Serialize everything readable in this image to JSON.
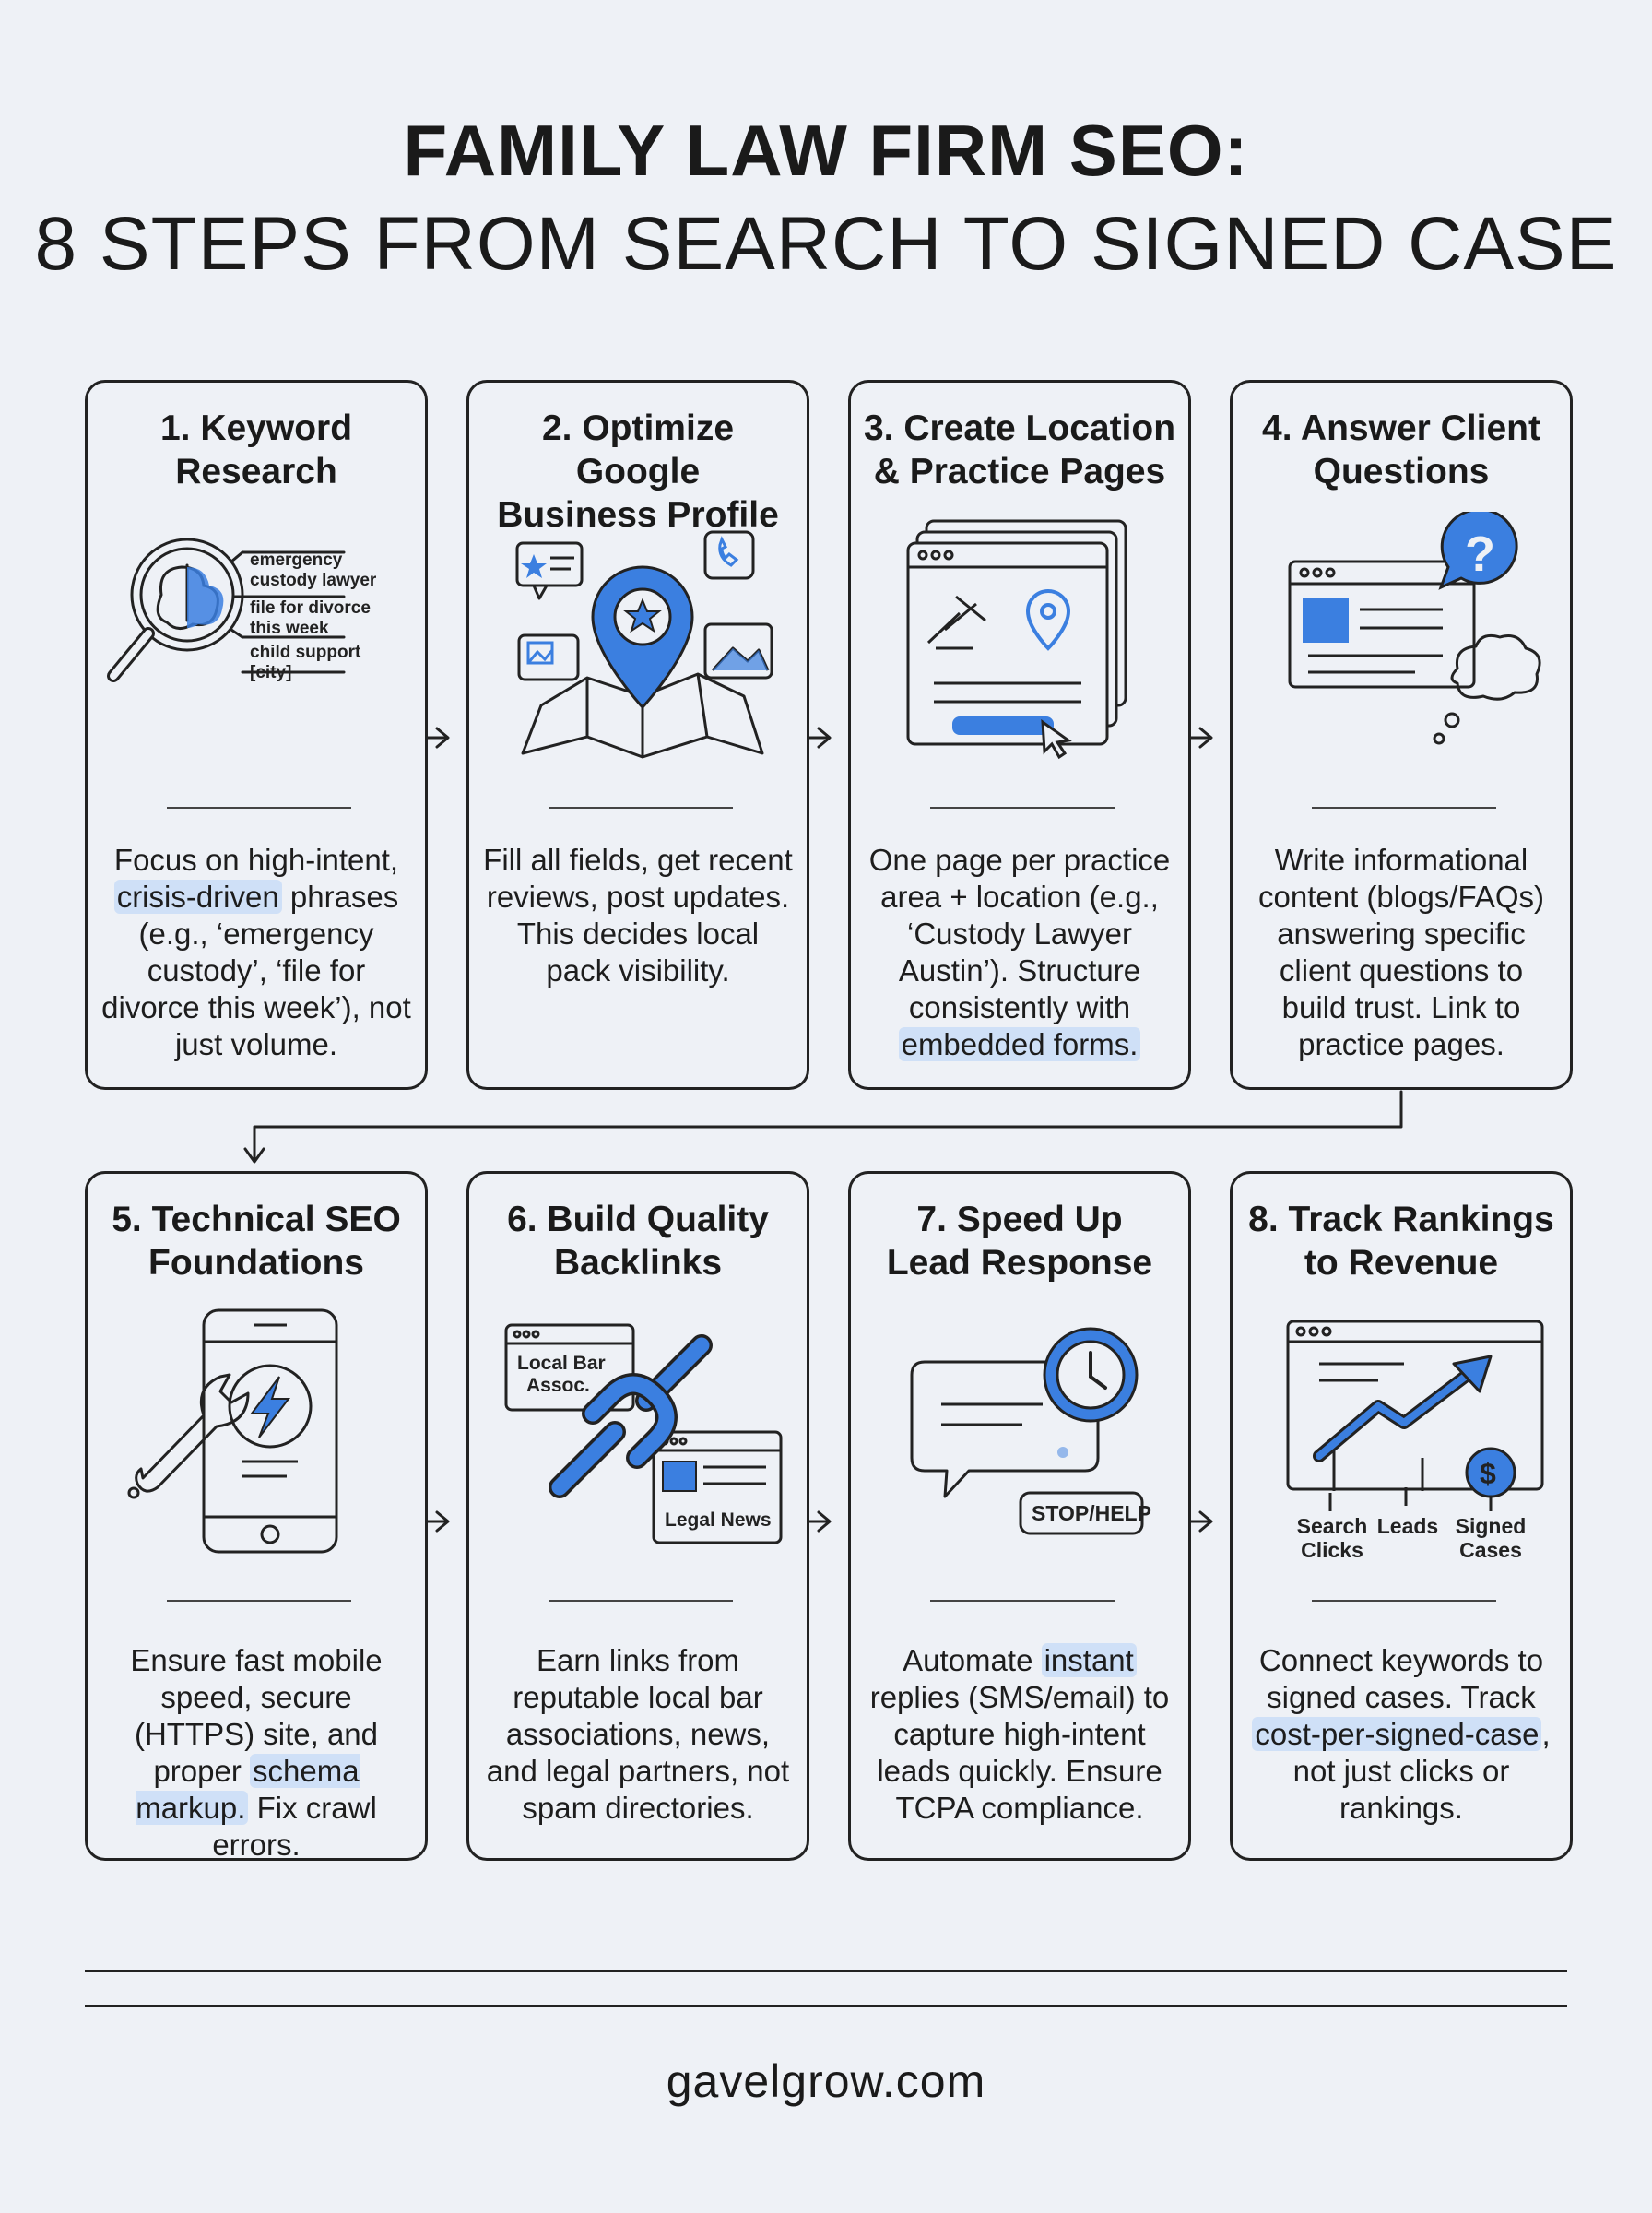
{
  "title": "FAMILY LAW FIRM SEO:",
  "subtitle": "8 STEPS FROM SEARCH TO SIGNED CASE",
  "steps": [
    {
      "title_line1": "1. Keyword",
      "title_line2": "Research",
      "desc_parts": [
        "Focus on high-intent, ",
        "crisis-driven",
        " phrases (e.g., ‘emergency custody’, ‘file for divorce this week’), not just volume."
      ],
      "icon": "magnifier-brain-icon",
      "icon_labels": [
        "emergency",
        "custody lawyer",
        "file for divorce",
        "this week",
        "child support",
        "[city]"
      ]
    },
    {
      "title_line1": "2. Optimize Google",
      "title_line2": "Business Profile",
      "desc_parts": [
        "Fill all fields, get recent reviews, post updates. This decides local pack visibility.",
        "",
        ""
      ],
      "icon": "map-pin-icon"
    },
    {
      "title_line1": "3. Create Location",
      "title_line2": "& Practice Pages",
      "desc_parts": [
        "One page per practice area + location (e.g., ‘Custody Lawyer Austin’). Structure consistently with ",
        "embedded forms.",
        ""
      ],
      "icon": "web-pages-icon"
    },
    {
      "title_line1": "4. Answer Client",
      "title_line2": "Questions",
      "desc_parts": [
        "Write informational content (blogs/FAQs) answering specific client questions to build trust. Link to practice pages.",
        "",
        ""
      ],
      "icon": "question-bubble-icon"
    },
    {
      "title_line1": "5. Technical SEO",
      "title_line2": "Foundations",
      "desc_parts": [
        "Ensure fast mobile speed, secure (HTTPS) site, and proper ",
        "schema markup.",
        " Fix crawl errors."
      ],
      "icon": "phone-wrench-icon"
    },
    {
      "title_line1": "6. Build Quality",
      "title_line2": "Backlinks",
      "desc_parts": [
        "Earn links from reputable local bar associations, news, and legal partners, not spam directories.",
        "",
        ""
      ],
      "icon": "chain-link-icon",
      "icon_labels": [
        "Local Bar",
        "Assoc.",
        "Legal News"
      ]
    },
    {
      "title_line1": "7. Speed Up",
      "title_line2": "Lead Response",
      "desc_parts": [
        "Automate ",
        "instant",
        " replies (SMS/email) to capture high-intent leads quickly. Ensure TCPA compliance."
      ],
      "icon": "chat-clock-icon",
      "icon_labels": [
        "STOP/HELP"
      ]
    },
    {
      "title_line1": "8. Track Rankings",
      "title_line2": "to Revenue",
      "desc_parts": [
        "Connect keywords to signed cases. Track ",
        "cost-per-signed-case",
        ", not just clicks or rankings."
      ],
      "icon": "growth-chart-icon",
      "icon_labels": [
        "Search",
        "Clicks",
        "Leads",
        "Signed",
        "Cases"
      ]
    }
  ],
  "footer": "gavelgrow.com",
  "colors": {
    "accent": "#3b7fe0",
    "highlight": "#cfe0f7",
    "ink": "#222222",
    "background": "#eef1f6"
  }
}
